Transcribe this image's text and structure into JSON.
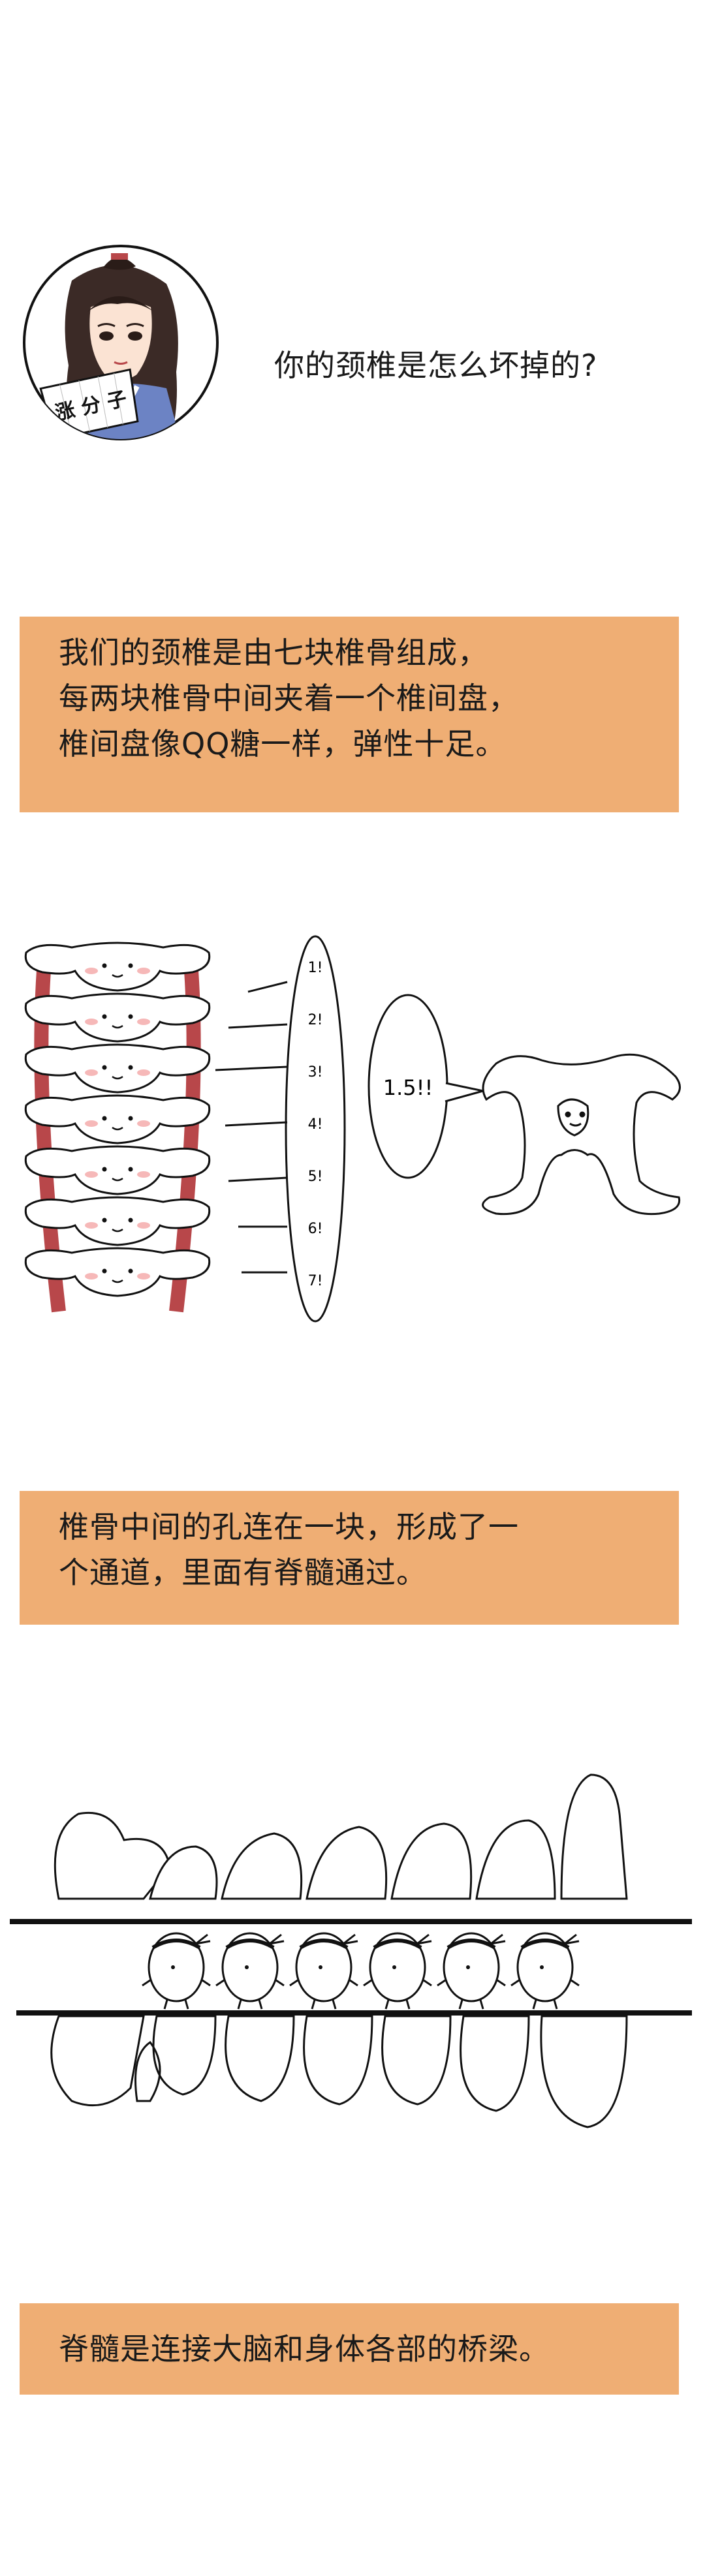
{
  "intro": {
    "question": "你的颈椎是怎么坏掉的?",
    "fan_text": "涨 分 子"
  },
  "panel1": {
    "lines": [
      "我们的颈椎是由七块椎骨组成，",
      "每两块椎骨中间夹着一个椎间盘，",
      "椎间盘像QQ糖一样，弹性十足。"
    ]
  },
  "count_bubble": {
    "numbers": [
      "1!",
      "2!",
      "3!",
      "4!",
      "5!",
      "6!",
      "7!"
    ]
  },
  "half_bubble": {
    "text": "1.5!!"
  },
  "panel2": {
    "lines": [
      "椎骨中间的孔连在一块，形成了一",
      "个通道，里面有脊髓通过。"
    ]
  },
  "panel3": {
    "lines": [
      "脊髓是连接大脑和身体各部的桥梁。"
    ]
  },
  "colors": {
    "caption_bg": "#efae74",
    "artery": "#b8474a",
    "blush": "#f4a6a6",
    "line": "#111111"
  }
}
